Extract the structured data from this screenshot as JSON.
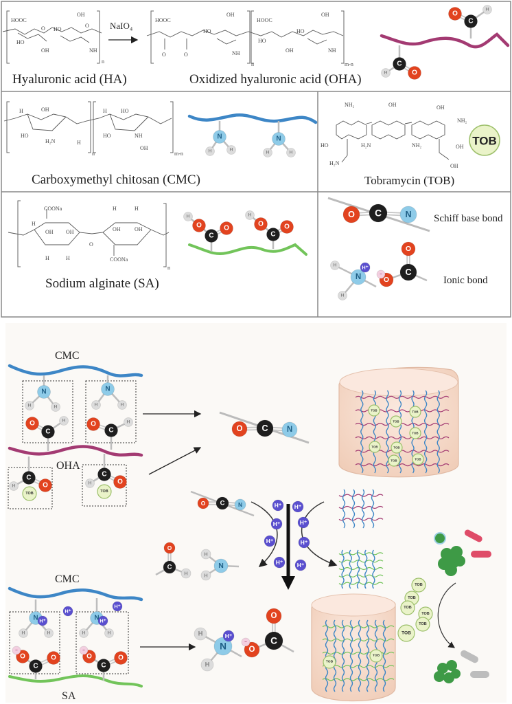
{
  "figure": {
    "panel_top": {
      "cells": {
        "ha": {
          "label": "Hyaluronic acid (HA)",
          "reagent": "NaIO₄",
          "repeat": "n"
        },
        "oha": {
          "label": "Oxidized hyaluronic acid (OHA)",
          "repeat_a": "n",
          "repeat_b": "m-n"
        },
        "cmc": {
          "label": "Carboxymethyl chitosan (CMC)",
          "repeat_a": "n",
          "repeat_b": "m-n"
        },
        "tob": {
          "label": "Tobramycin (TOB)",
          "badge": "TOB"
        },
        "sa": {
          "label": "Sodium alginate (SA)",
          "repeat": "n",
          "group": "COONa"
        },
        "legend": {
          "schiff": "Schiff base bond",
          "ionic": "Ionic bond"
        }
      },
      "chem_text": {
        "hooc": "HOOC",
        "oh": "OH",
        "ho": "HO",
        "nh": "NH",
        "nh2": "NH₂",
        "h2n": "H₂N",
        "o": "O",
        "h": "H",
        "coona": "COONa"
      }
    },
    "atoms": {
      "O": "O",
      "C": "C",
      "N": "N",
      "H": "H",
      "Hplus": "H⁺",
      "minus": "−"
    },
    "panel_bottom": {
      "cmc_label_1": "CMC",
      "oha_label": "OHA",
      "cmc_label_2": "CMC",
      "sa_label": "SA",
      "tob": "TOB"
    },
    "colors": {
      "oha_chain": "#a33a72",
      "cmc_chain": "#3d86c6",
      "sa_chain": "#72c45a",
      "oxygen": "#e2431f",
      "carbon": "#1e1e1e",
      "nitrogen": "#8ecbe8",
      "hydrogen": "#dcdcdc",
      "proton": "#5a4fcf",
      "tob_fill": "#eaf3c9",
      "tob_stroke": "#9cbf6a",
      "hydrogel": "#f6dccd",
      "bacteria_green": "#3e9a46",
      "bacteria_red": "#df4c68",
      "bacteria_gray": "#bdbdbd",
      "panel_bg": "#fbf9f6"
    }
  }
}
